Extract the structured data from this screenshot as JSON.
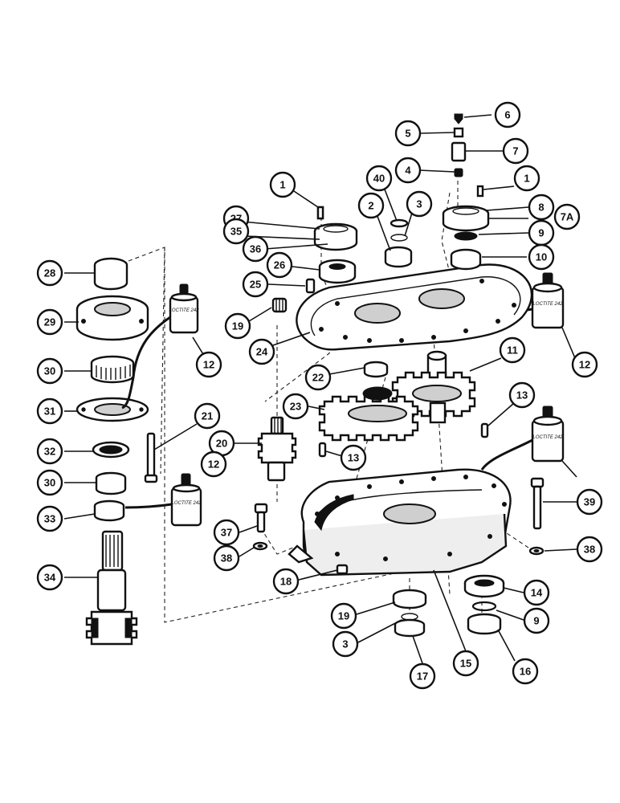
{
  "diagram": {
    "callouts": [
      {
        "id": "c6",
        "label": "6"
      },
      {
        "id": "c5",
        "label": "5"
      },
      {
        "id": "c7",
        "label": "7"
      },
      {
        "id": "c4",
        "label": "4"
      },
      {
        "id": "c1a",
        "label": "1"
      },
      {
        "id": "c40",
        "label": "40"
      },
      {
        "id": "c1b",
        "label": "1"
      },
      {
        "id": "c8",
        "label": "8"
      },
      {
        "id": "c2",
        "label": "2"
      },
      {
        "id": "c3a",
        "label": "3"
      },
      {
        "id": "c27",
        "label": "27"
      },
      {
        "id": "c7a",
        "label": "7A"
      },
      {
        "id": "c9a",
        "label": "9"
      },
      {
        "id": "c35",
        "label": "35"
      },
      {
        "id": "c36",
        "label": "36"
      },
      {
        "id": "c10",
        "label": "10"
      },
      {
        "id": "c28",
        "label": "28"
      },
      {
        "id": "c26",
        "label": "26"
      },
      {
        "id": "c25",
        "label": "25"
      },
      {
        "id": "c29",
        "label": "29"
      },
      {
        "id": "c19a",
        "label": "19"
      },
      {
        "id": "c24",
        "label": "24"
      },
      {
        "id": "c12a",
        "label": "12"
      },
      {
        "id": "c11",
        "label": "11"
      },
      {
        "id": "c12b",
        "label": "12"
      },
      {
        "id": "c30a",
        "label": "30"
      },
      {
        "id": "c22",
        "label": "22"
      },
      {
        "id": "c31",
        "label": "31"
      },
      {
        "id": "c23",
        "label": "23"
      },
      {
        "id": "c13a",
        "label": "13"
      },
      {
        "id": "c21",
        "label": "21"
      },
      {
        "id": "c20",
        "label": "20"
      },
      {
        "id": "c32",
        "label": "32"
      },
      {
        "id": "c13b",
        "label": "13"
      },
      {
        "id": "c12c",
        "label": "12"
      },
      {
        "id": "c30b",
        "label": "30"
      },
      {
        "id": "c39",
        "label": "39"
      },
      {
        "id": "c33",
        "label": "33"
      },
      {
        "id": "c37",
        "label": "37"
      },
      {
        "id": "c38a",
        "label": "38"
      },
      {
        "id": "c38b",
        "label": "38"
      },
      {
        "id": "c34",
        "label": "34"
      },
      {
        "id": "c18",
        "label": "18"
      },
      {
        "id": "c14",
        "label": "14"
      },
      {
        "id": "c19b",
        "label": "19"
      },
      {
        "id": "c9b",
        "label": "9"
      },
      {
        "id": "c3b",
        "label": "3"
      },
      {
        "id": "c15",
        "label": "15"
      },
      {
        "id": "c17",
        "label": "17"
      },
      {
        "id": "c16",
        "label": "16"
      }
    ],
    "bottle_label": "LOCTITE 242"
  }
}
